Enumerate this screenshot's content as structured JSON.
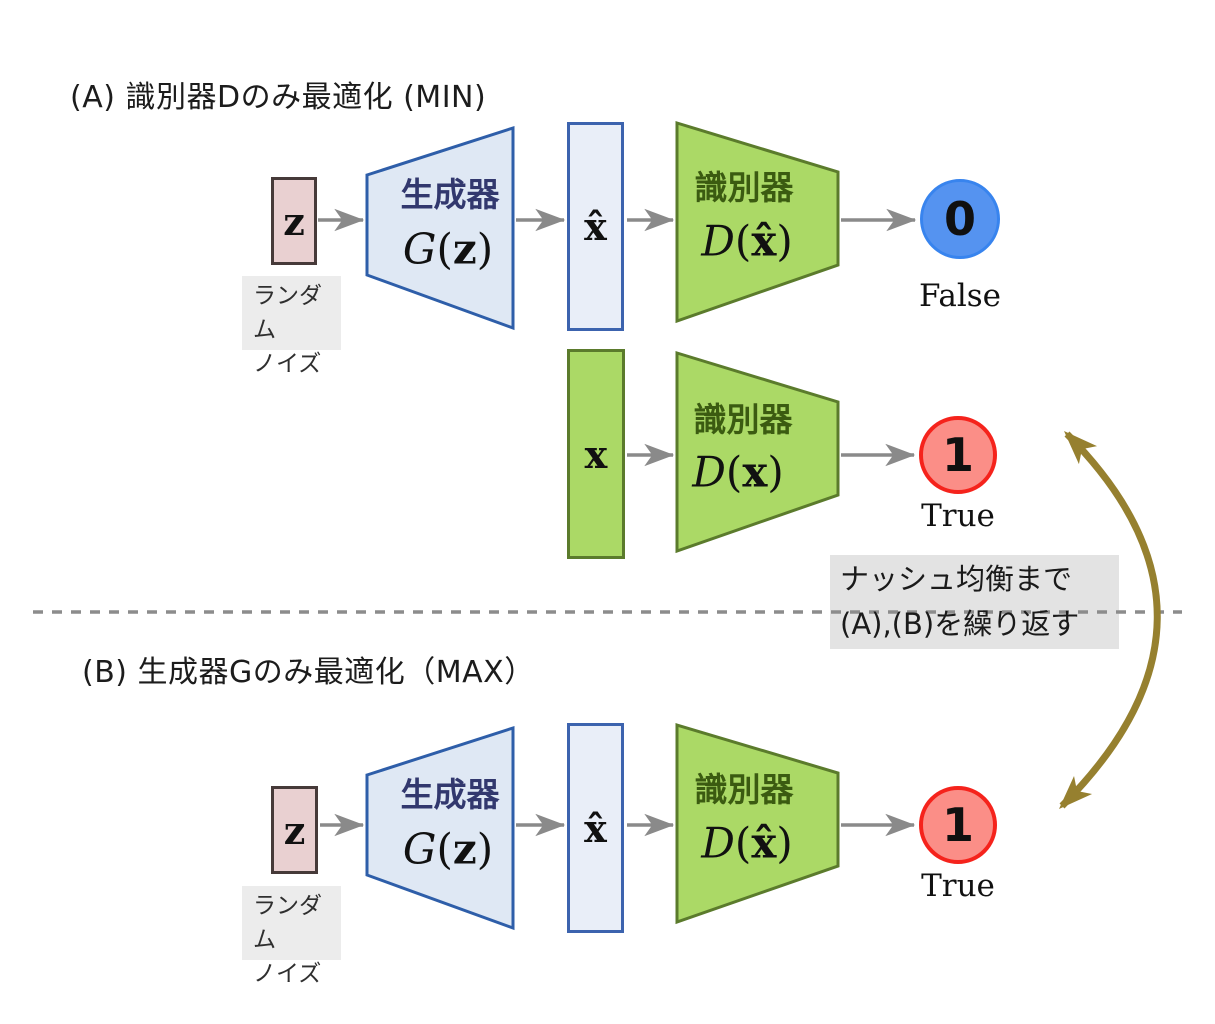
{
  "sections": {
    "a": {
      "title": "(A) 識別器Dのみ最適化 (MIN)",
      "noise": {
        "symbol": "z",
        "caption_line1": "ランダム",
        "caption_line2": "ノイズ"
      },
      "generator": {
        "label": "生成器",
        "fn": "G",
        "open": "(",
        "arg": "z",
        "close": ")"
      },
      "generated": {
        "symbol": "x̂"
      },
      "discriminator": {
        "label": "識別器",
        "fn": "D",
        "open": "(",
        "arg": "x̂",
        "close": ")"
      },
      "output": {
        "value": "0",
        "caption": "False"
      },
      "real": {
        "symbol": "x",
        "discriminator": {
          "label": "識別器",
          "fn": "D",
          "open": "(",
          "arg": "x",
          "close": ")"
        },
        "output": {
          "value": "1",
          "caption": "True"
        }
      }
    },
    "b": {
      "title": "(B) 生成器Gのみ最適化（MAX）",
      "noise": {
        "symbol": "z",
        "caption_line1": "ランダム",
        "caption_line2": "ノイズ"
      },
      "generator": {
        "label": "生成器",
        "fn": "G",
        "open": "(",
        "arg": "z",
        "close": ")"
      },
      "generated": {
        "symbol": "x̂"
      },
      "discriminator": {
        "label": "識別器",
        "fn": "D",
        "open": "(",
        "arg": "x̂",
        "close": ")"
      },
      "output": {
        "value": "1",
        "caption": "True"
      }
    }
  },
  "divider_note": {
    "line1": "ナッシュ均衡まで",
    "line2": "(A),(B)を繰り返す"
  },
  "colors": {
    "noise_fill": "#e9d0d1",
    "noise_border": "#463a39",
    "generator_fill": "#dfe8f4",
    "generator_border": "#2e5ea9",
    "generator_text": "#32386e",
    "latent_fill": "#e9eef8",
    "latent_border": "#3c63ae",
    "discriminator_fill": "#abd966",
    "discriminator_border": "#5b7b2c",
    "discriminator_text": "#3b5b11",
    "false_circle_fill": "#5593f0",
    "false_circle_border": "#3884ee",
    "true_circle_fill": "#fb8e87",
    "true_circle_border": "#f5231c",
    "flow_arrow": "#8a8a8a",
    "loop_arrow": "#96802f",
    "note_bg": "#e3e3e3",
    "caption_bg": "#ececec"
  }
}
